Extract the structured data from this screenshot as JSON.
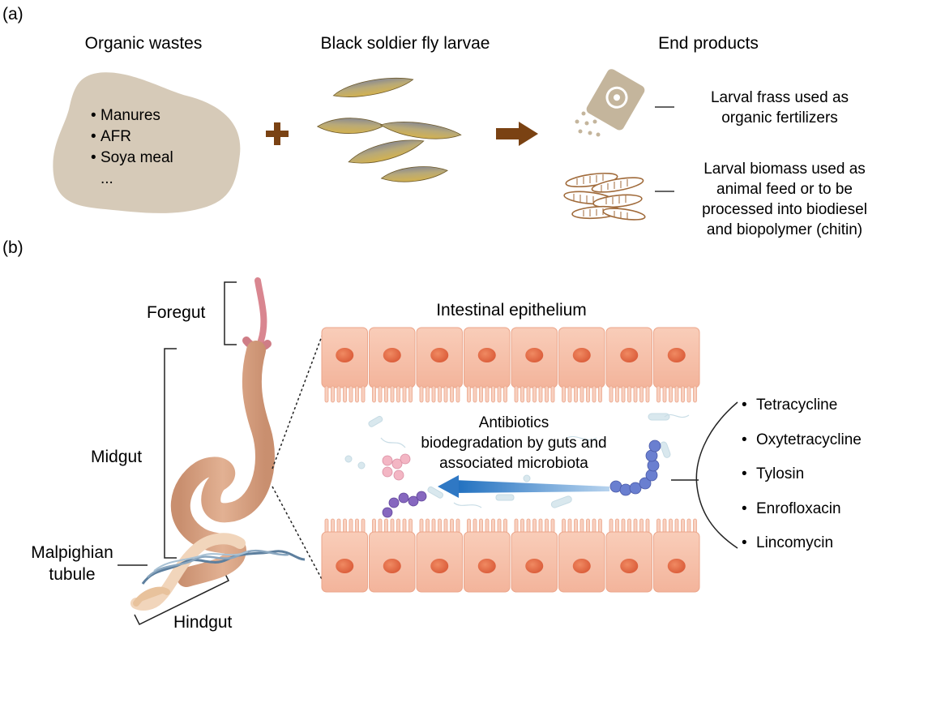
{
  "panel_a": {
    "label": "(a)",
    "organic_wastes": {
      "title": "Organic wastes",
      "items": [
        "Manures",
        "AFR",
        "Soya meal"
      ],
      "ellipsis": "..."
    },
    "larvae": {
      "title": "Black soldier fly larvae"
    },
    "plus_symbol": "+",
    "end_products": {
      "title": "End products",
      "frass_caption": [
        "Larval frass used as",
        "organic fertilizers"
      ],
      "biomass_caption": [
        "Larval biomass used as",
        "animal feed or to be",
        "processed into biodiesel",
        "and biopolymer (chitin)"
      ]
    }
  },
  "panel_b": {
    "label": "(b)",
    "gut_parts": {
      "foregut": "Foregut",
      "midgut": "Midgut",
      "malpighian": [
        "Malpighian",
        "tubule"
      ],
      "hindgut": "Hindgut"
    },
    "epithelium_title": "Intestinal epithelium",
    "degradation_caption": [
      "Antibiotics",
      "biodegradation by guts and",
      "associated microbiota"
    ],
    "antibiotics": [
      "Tetracycline",
      "Oxytetracycline",
      "Tylosin",
      "Enrofloxacin",
      "Lincomycin"
    ]
  },
  "colors": {
    "blob": "#d6cab8",
    "larva_body": "#c9a94f",
    "larva_dark": "#8f8e93",
    "arrow_brown": "#7a4213",
    "cell_fill": "#f6c3ad",
    "cell_nucleus": "#e8724a",
    "degradation_arrow": "#2f78c4",
    "gut_tan": "#d9a383",
    "gut_pink": "#cf7d86",
    "tubule_blue": "#5d7f9e"
  }
}
